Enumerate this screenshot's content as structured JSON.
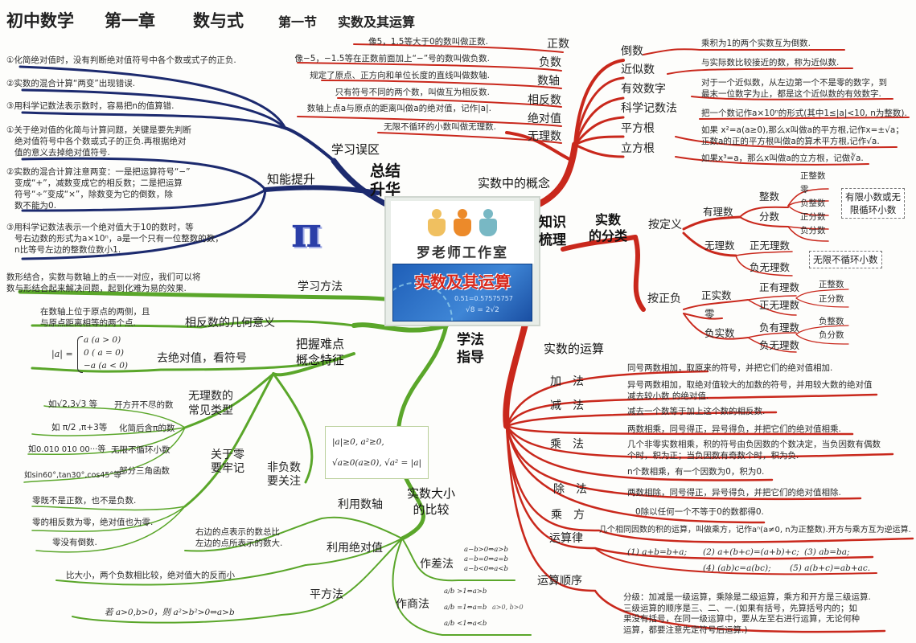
{
  "header": {
    "subject": "初中数学",
    "chapter": "第一章",
    "chapter_title": "数与式",
    "section": "第一节",
    "section_title": "实数及其运算"
  },
  "colors": {
    "summary_branch": "#1c2a6e",
    "concept_branch": "#c9281c",
    "method_branch": "#5aa62a",
    "banner_bg": "#2c6fc4",
    "banner_text": "#d8281c"
  },
  "center": {
    "studio": "罗老师工作室",
    "banner": "实数及其运算",
    "banner_formula_1": "0.51=0.57575757",
    "banner_formula_2": "√8 = 2√2",
    "logo_icon": "three-people-icon"
  },
  "summary": {
    "title": "总结\n升华",
    "mistakes_label": "学习误区",
    "mistakes": [
      "①化简绝对值时，没有判断绝对值符号中各个数或式子的正负.",
      "②实数的混合计算“两变”出现错误.",
      "③用科学记数法表示数时，容易把n的值算错."
    ],
    "improve_label": "知能提升",
    "improve": [
      "①关于绝对值的化简与计算问题，关键是要先判断\n   绝对值符号中各个数或式子的正负.再根据绝对\n   值的意义去掉绝对值符号.",
      "②实数的混合计算注意两变：一是把运算符号“−”\n   变成“+”，减数变成它的相反数；二是把运算\n   符号“÷”变成“×”，除数变为它的倒数，除\n   数不能为0.",
      "③用科学记数法表示一个绝对值大于10的数时，等\n   号右边数的形式为a×10ⁿ，a是一个只有一位整数的数，\n   n比等号左边的整数位数小1."
    ],
    "pi_symbol": "π"
  },
  "concepts": {
    "title": "实数中的概念",
    "knowledge": "知识\n梳理",
    "left_items": [
      {
        "term": "正数",
        "def": "像5，1.5等大于0的数叫做正数."
      },
      {
        "term": "负数",
        "def": "像−5，−1.5等在正数前面加上“−”号的数叫做负数."
      },
      {
        "term": "数轴",
        "def": "规定了原点、正方向和单位长度的直线叫做数轴."
      },
      {
        "term": "相反数",
        "def": "只有符号不同的两个数，叫做互为相反数."
      },
      {
        "term": "绝对值",
        "def": "数轴上点a与原点的距离叫做a的绝对值，记作|a|."
      },
      {
        "term": "无理数",
        "def": "无限不循环的小数叫做无理数."
      }
    ],
    "right_items": [
      {
        "term": "倒数",
        "def": "乘积为1的两个实数互为倒数."
      },
      {
        "term": "近似数",
        "def": "与实际数比较接近的数，称为近似数."
      },
      {
        "term": "有效数字",
        "def": "对于一个近似数，从左边第一个不是零的数字，到\n最末一位数字为止，都是这个近似数的有效数字."
      },
      {
        "term": "科学记数法",
        "def": "把一个数记作a×10ⁿ的形式(其中1≤|a|<10, n为整数)."
      },
      {
        "term": "平方根",
        "def": "如果 x²=a(a≥0),那么x叫做a的平方根,记作x=±√a；\n正数a的正的平方根叫做a的算术平方根,记作√a."
      },
      {
        "term": "立方根",
        "def": "如果x³=a，那么x叫做a的立方根，记做∛a."
      }
    ]
  },
  "classification": {
    "title": "实数\n的分类",
    "by_definition": "按定义",
    "rational": "有理数",
    "integer": "整数",
    "fraction": "分数",
    "pos_integer": "正整数",
    "zero": "零",
    "neg_integer": "负整数",
    "pos_fraction": "正分数",
    "neg_fraction": "负分数",
    "rational_note": "有限小数或无\n限循环小数",
    "irrational": "无理数",
    "pos_irrational": "正无理数",
    "neg_irrational": "负无理数",
    "irrational_note": "无限不循环小数",
    "by_sign": "按正负",
    "pos_real": "正实数",
    "zero2": "零",
    "neg_real": "负实数",
    "pos_rational": "正有理数",
    "pos_irrational2": "正无理数",
    "neg_rational": "负有理数",
    "neg_irrational2": "负无理数",
    "pos_integer2": "正整数",
    "pos_fraction2": "正分数",
    "neg_integer2": "负整数",
    "neg_fraction2": "负分数"
  },
  "operations": {
    "title": "实数的运算",
    "add": "加　法",
    "add_rules": [
      "同号两数相加，取原来的符号，并把它们的绝对值相加.",
      "异号两数相加，取绝对值较大的加数的符号，并用较大数的绝对值\n减去较小数 的绝对值."
    ],
    "sub": "减　法",
    "sub_rule": "减去一个数等于加上这个数的相反数.",
    "mul": "乘　法",
    "mul_rules": [
      "两数相乘，同号得正，异号得负，并把它们的绝对值相乘.",
      "几个非零实数相乘，积的符号由负因数的个数决定，当负因数有偶数\n个时，积为正；当负因数有奇数个时，积为负.",
      "n个数相乘，有一个因数为0，积为0."
    ],
    "div": "除　法",
    "div_rules": [
      "两数相除，同号得正，异号得负，并把它们的绝对值相除.",
      "0除以任何一个不等于0的数都得0."
    ],
    "pow": "乘　方",
    "pow_rule": "几个相同因数的积的运算，叫做乘方，记作aⁿ(a≠0, n为正整数).开方与乘方互为逆运算.",
    "laws": "运算律",
    "law_items": [
      "(1) a+b=b+a;",
      "(2) a+(b+c)=(a+b)+c;",
      "(3) ab=ba;",
      "(4) (ab)c=a(bc);",
      "(5) a(b+c)=ab+ac."
    ],
    "order": "运算顺序",
    "order_rule": "分级：加减是一级运算，乘除是二级运算，乘方和开方是三级运算.\n三级运算的顺序是三、二、一.(如果有括号，先算括号内的；如\n果没有括号，在同一级运算中，要从左至右进行运算，无论何种\n运算，都要注意先定符号后运算.)"
  },
  "methods": {
    "title": "学法\n指导",
    "study_method": "学习方法",
    "study_method_text": "数形结合，实数与数轴上的点一一对应，我们可以将\n数与形结合起来解决问题，起到化难为易的效果.",
    "difficulty": "把握难点\n概念特征",
    "opposite_geo": "相反数的几何意义",
    "opposite_geo_text": "在数轴上位于原点的两侧，且\n与原点距离相等的两个点.",
    "abs_sign": "去绝对值，看符号",
    "abs_formula_lhs": "|a| =",
    "abs_formula_cases": [
      "a (a > 0)",
      "0 ( a = 0)",
      "−a (a < 0)"
    ],
    "irrational_types": "无理数的\n常见类型",
    "irrational_list": [
      {
        "example": "如√2,3√3 等",
        "type": "开方开不尽的数"
      },
      {
        "example": "如 π/2 ,π+3等",
        "type": "化简后含π的数"
      },
      {
        "example": "如0.010 010 00···等",
        "type": "无限不循环小数"
      },
      {
        "example": "如sin60°,tan30°,cos45°等",
        "type": "部分三角函数"
      }
    ],
    "zero_label": "关于零\n要牢记",
    "zero_facts": [
      "零既不是正数，也不是负数.",
      "零的相反数为零，绝对值也为零.",
      "零没有倒数."
    ],
    "nonneg_label": "非负数\n要关注",
    "nonneg_formulas": [
      "|a|≥0, a²≥0,",
      "√a≥0(a≥0), √a² = |a|"
    ],
    "compare": "实数大小\n的比较",
    "number_line": "利用数轴",
    "number_line_text": "右边的点表示的数总比\n左边的点所表示的数大.",
    "abs_value": "利用绝对值",
    "abs_value_text": "比大小，两个负数相比较，绝对值大的反而小",
    "square": "平方法",
    "square_text": "若 a>0,b>0，则 a²>b²>0⇔a>b",
    "difference": "作差法",
    "difference_items": [
      "a−b>0⇔a>b",
      "a−b=0⇔a=b",
      "a−b<0⇔a<b"
    ],
    "quotient": "作商法",
    "quotient_items": [
      "a/b >1⇔a>b",
      "a/b =1⇔a=b",
      "a/b <1⇔a<b"
    ],
    "quotient_condition": "a>0, b>0"
  }
}
